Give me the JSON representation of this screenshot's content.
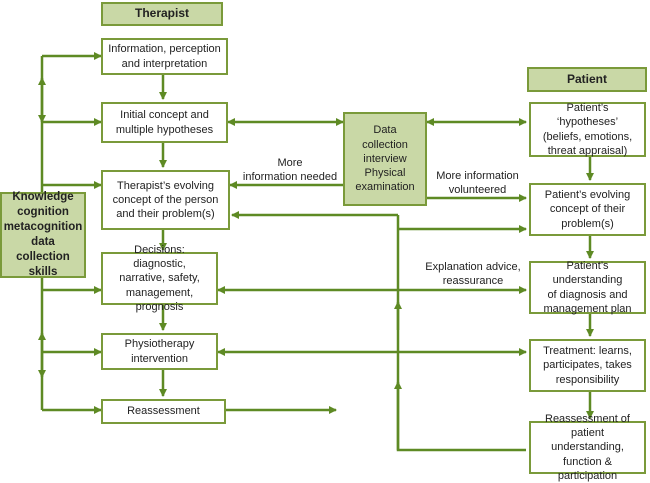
{
  "therapist": {
    "header": "Therapist",
    "info": [
      "Information, perception",
      "and interpretation"
    ],
    "initial": [
      "Initial concept and",
      "multiple hypotheses"
    ],
    "evolving": [
      "Therapist’s evolving",
      "concept of the person",
      "and their problem(s)"
    ],
    "decisions": [
      "Decisions: diagnostic,",
      "narrative, safety,",
      "management, prognosis"
    ],
    "physio": [
      "Physiotherapy",
      "intervention"
    ],
    "reassess": [
      "Reassessment"
    ]
  },
  "knowledge": [
    "Knowledge",
    "cognition",
    "metacognition",
    "data collection",
    "skills"
  ],
  "data_collection": [
    "Data collection",
    "interview",
    "Physical",
    "examination"
  ],
  "patient": {
    "header": "Patient",
    "hypotheses": [
      "Patient’s ‘hypotheses’",
      "(beliefs, emotions,",
      "threat appraisal)"
    ],
    "evolving": [
      "Patient’s evolving",
      "concept of their",
      "problem(s)"
    ],
    "understanding": [
      "Patient’s understanding",
      "of diagnosis and",
      "management plan"
    ],
    "treatment": [
      "Treatment: learns,",
      "participates, takes",
      "responsibility"
    ],
    "reassess": [
      "Reassessment of",
      "patient understanding,",
      "function & participation"
    ]
  },
  "labels": {
    "more_needed": [
      "More",
      "information needed"
    ],
    "more_volunteered": [
      "More information",
      "volunteered"
    ],
    "explanation": [
      "Explanation advice,",
      "reassurance"
    ]
  },
  "colors": {
    "line": "#5e8a24",
    "border": "#7a9a3a",
    "fill": "#c9d8a6"
  }
}
